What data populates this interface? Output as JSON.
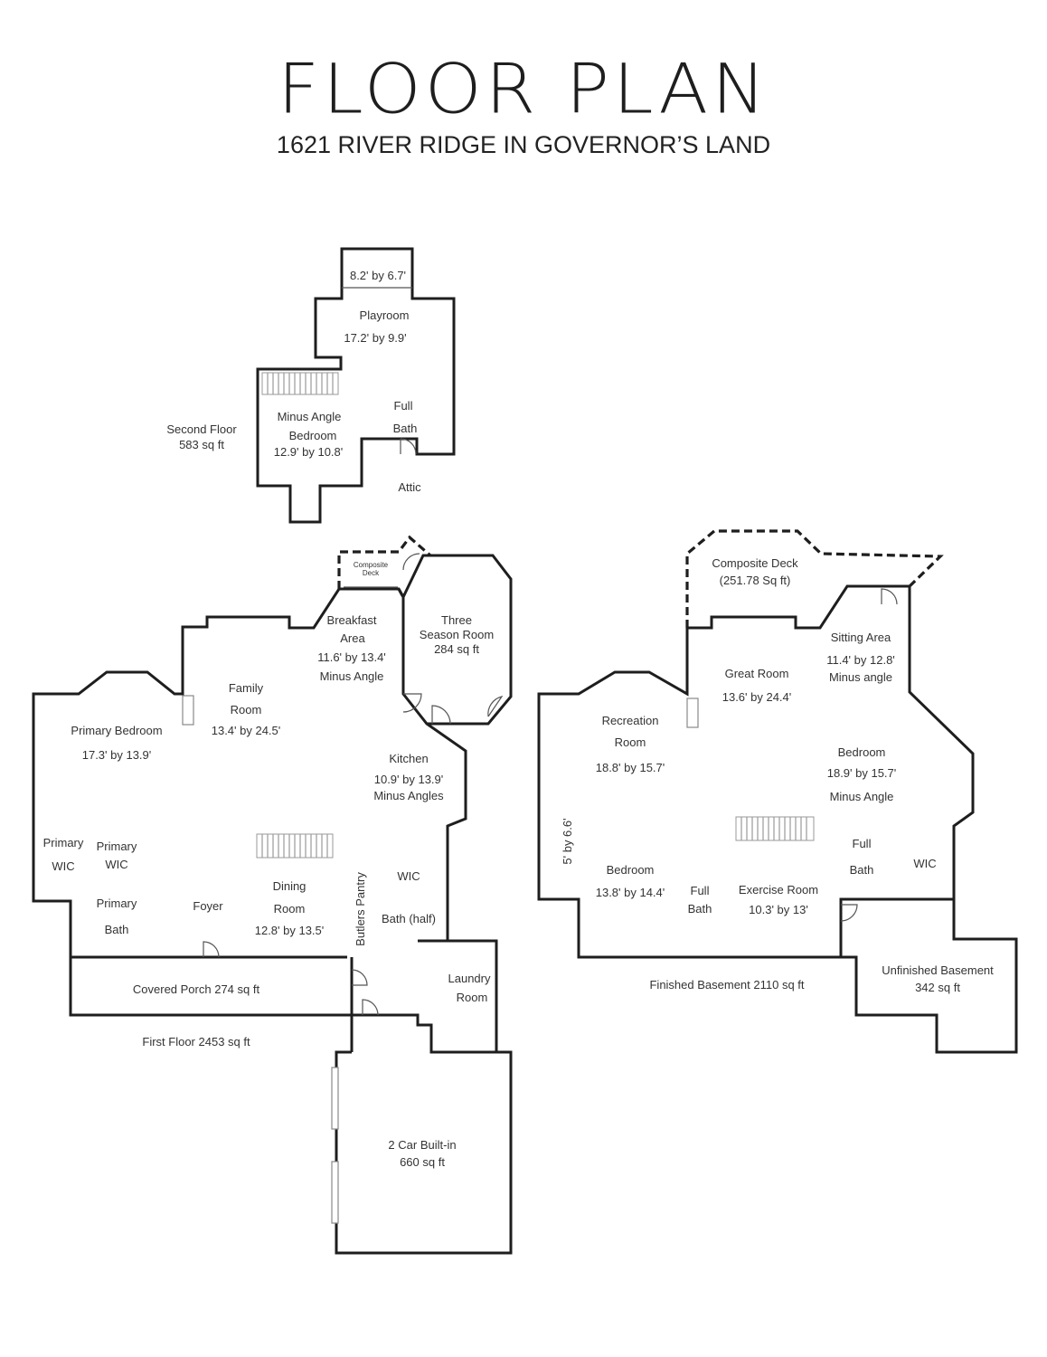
{
  "title": "FLOOR PLAN",
  "subtitle": "1621 RIVER RIDGE IN GOVERNOR’S LAND",
  "second_floor": {
    "caption_line1": "Second Floor",
    "caption_line2": "583 sq ft",
    "closet_size": "8.2' by 6.7'",
    "playroom": "Playroom",
    "playroom_size": "17.2' by 9.9'",
    "bedroom_line1": "Minus Angle",
    "bedroom_line2": "Bedroom",
    "bedroom_size": "12.9' by 10.8'",
    "full_bath_line1": "Full",
    "full_bath_line2": "Bath",
    "attic": "Attic"
  },
  "first_floor": {
    "caption": "First Floor 2453 sq ft",
    "deck_line1": "Composite",
    "deck_line2": "Deck",
    "breakfast_line1": "Breakfast",
    "breakfast_line2": "Area",
    "breakfast_size": "11.6' by 13.4'",
    "breakfast_note": "Minus Angle",
    "three_season_line1": "Three",
    "three_season_line2": "Season Room",
    "three_season_size": "284 sq ft",
    "family_line1": "Family",
    "family_line2": "Room",
    "family_size": "13.4' by 24.5'",
    "primary_bedroom": "Primary Bedroom",
    "primary_bedroom_size": "17.3' by 13.9'",
    "kitchen": "Kitchen",
    "kitchen_size": "10.9' by 13.9'",
    "kitchen_note": "Minus Angles",
    "primary_wic_a_line1": "Primary",
    "primary_wic_a_line2": "WIC",
    "primary_wic_b_line1": "Primary",
    "primary_wic_b_line2": "WIC",
    "primary_bath_line1": "Primary",
    "primary_bath_line2": "Bath",
    "foyer": "Foyer",
    "dining_line1": "Dining",
    "dining_line2": "Room",
    "dining_size": "12.8' by 13.5'",
    "butlers_pantry": "Butlers Pantry",
    "wic": "WIC",
    "half_bath": "Bath (half)",
    "covered_porch": "Covered Porch 274 sq ft",
    "laundry_line1": "Laundry",
    "laundry_line2": "Room",
    "garage_line1": "2 Car Built-in",
    "garage_line2": "660 sq ft"
  },
  "basement": {
    "caption": "Finished Basement 2110 sq ft",
    "deck_line1": "Composite Deck",
    "deck_line2": "(251.78 Sq ft)",
    "sitting_line1": "Sitting Area",
    "sitting_size": "11.4' by 12.8'",
    "sitting_note": "Minus angle",
    "great_room": "Great Room",
    "great_room_size": "13.6' by 24.4'",
    "recreation_line1": "Recreation",
    "recreation_line2": "Room",
    "recreation_size": "18.8' by 15.7'",
    "bedroom_a": "Bedroom",
    "bedroom_a_size": "18.9' by 15.7'",
    "bedroom_a_note": "Minus Angle",
    "side_closet": "5' by 6.6'",
    "full_bath_a_line1": "Full",
    "full_bath_a_line2": "Bath",
    "wic": "WIC",
    "bedroom_b": "Bedroom",
    "bedroom_b_size": "13.8' by 14.4'",
    "full_bath_b_line1": "Full",
    "full_bath_b_line2": "Bath",
    "exercise": "Exercise Room",
    "exercise_size": "10.3' by 13'",
    "unfinished_line1": "Unfinished Basement",
    "unfinished_line2": "342 sq ft"
  }
}
